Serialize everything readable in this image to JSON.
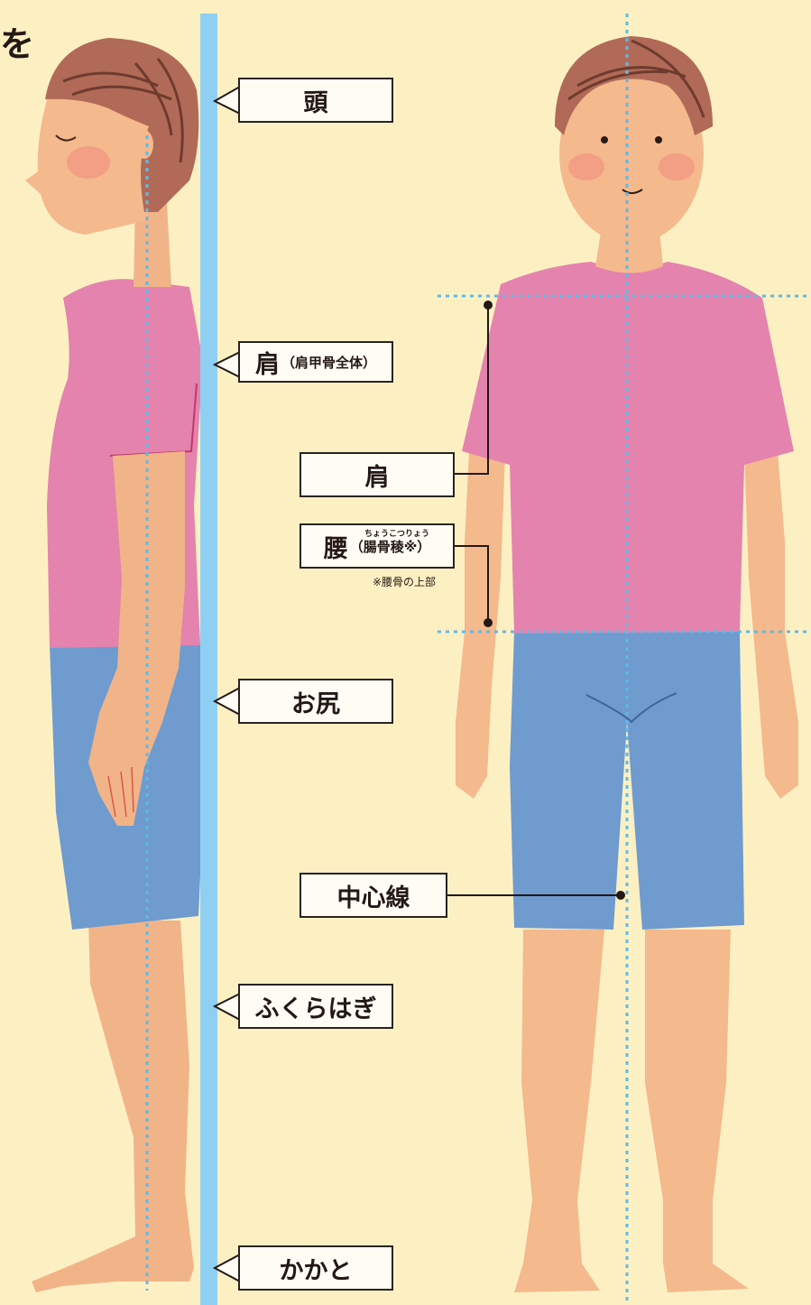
{
  "corner_text": "を",
  "side_labels": {
    "head": "頭",
    "shoulder_main": "肩",
    "shoulder_sub": "（肩甲骨全体）",
    "buttocks": "お尻",
    "calf": "ふくらはぎ",
    "heel": "かかと"
  },
  "front_labels": {
    "shoulder": "肩",
    "waist_main": "腰",
    "waist_sub": "（腸骨稜※）",
    "waist_ruby": "ちょうこつりょう",
    "waist_note": "※腰骨の上部",
    "center_line": "中心線"
  },
  "colors": {
    "background": "#fcf0c3",
    "plumb_line": "#8fd0f2",
    "guide_dotted": "#5fb9e8",
    "shirt": "#e483ad",
    "shorts": "#6f9bcf",
    "skin": "#f4b98c",
    "hair": "#b16a57"
  }
}
